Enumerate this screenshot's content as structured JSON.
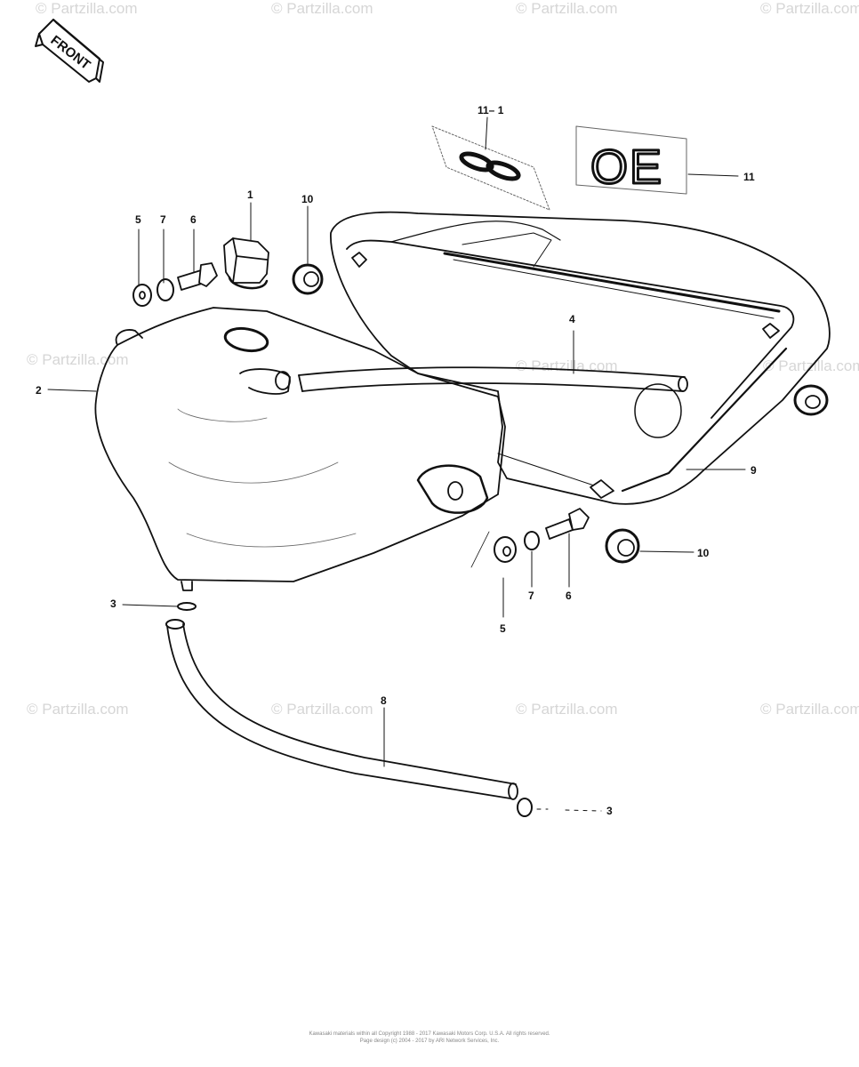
{
  "watermark": "© Partzilla.com",
  "front_arrow": {
    "label": "FRONT"
  },
  "callouts": {
    "c1": "1",
    "c2": "2",
    "c3a": "3",
    "c3b": "3",
    "c4": "4",
    "c5a": "5",
    "c5b": "5",
    "c6a": "6",
    "c6b": "6",
    "c7a": "7",
    "c7b": "7",
    "c8": "8",
    "c9": "9",
    "c10a": "10",
    "c10b": "10",
    "c11": "11",
    "c11_1": "11– 1"
  },
  "decal_text": "OE",
  "footer": {
    "line1": "Kawasaki materials within all Copyright 1988 - 2017 Kawasaki Motors Corp. U.S.A. All rights reserved.",
    "line2": "Page design (c) 2004 - 2017 by ARI Network Services, Inc."
  }
}
